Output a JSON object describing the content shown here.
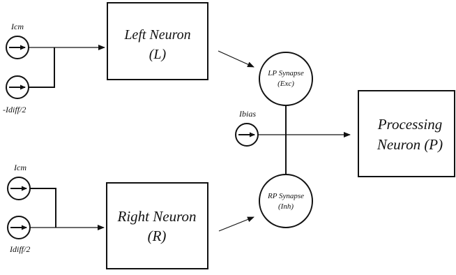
{
  "current_sources": {
    "left_top": {
      "label": "Icm"
    },
    "left_bottom": {
      "label": "-Idiff/2"
    },
    "right_top": {
      "label": "Icm"
    },
    "right_bottom": {
      "label": "Idiff/2"
    },
    "bias": {
      "label": "Ibias"
    }
  },
  "neurons": {
    "left": {
      "line1": "Left Neuron",
      "line2": "(L)"
    },
    "right": {
      "line1": "Right Neuron",
      "line2": "(R)"
    },
    "processing": {
      "line1": "Processing",
      "line2": "Neuron (P)"
    }
  },
  "synapses": {
    "lp": {
      "line1": "LP Synapse",
      "line2": "(Exc)"
    },
    "rp": {
      "line1": "RP Synapse",
      "line2": "(Inh)"
    }
  },
  "colors": {
    "stroke": "#111111",
    "background": "#ffffff"
  }
}
